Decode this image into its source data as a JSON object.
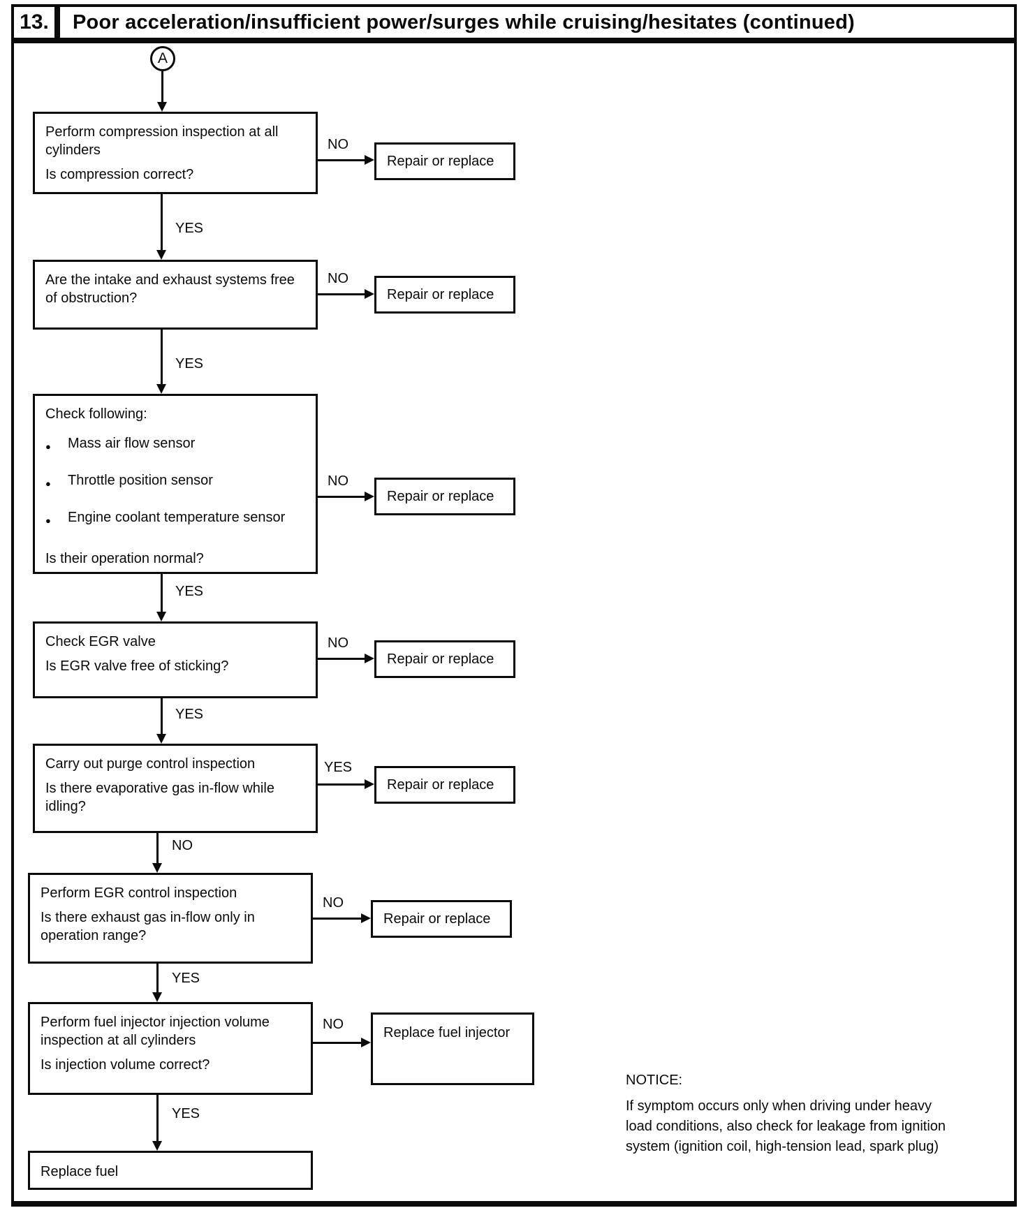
{
  "page": {
    "step_number": "13.",
    "title": "Poor acceleration/insufficient power/surges while cruising/hesitates (continued)",
    "connector_label": "A"
  },
  "flow": {
    "steps": [
      {
        "text": [
          "Perform compression inspection at all cylinders",
          "Is compression correct?"
        ],
        "branch_label": "NO",
        "branch_action": "Repair or replace",
        "down_label": "YES"
      },
      {
        "text": [
          "Are the intake and exhaust systems free of obstruction?"
        ],
        "branch_label": "NO",
        "branch_action": "Repair or replace",
        "down_label": "YES"
      },
      {
        "heading": "Check following:",
        "bullets": [
          "Mass air flow sensor",
          "Throttle position sensor",
          "Engine coolant temperature sensor"
        ],
        "question": "Is their operation normal?",
        "branch_label": "NO",
        "branch_action": "Repair or replace",
        "down_label": "YES"
      },
      {
        "text": [
          "Check EGR valve",
          "Is EGR valve free of sticking?"
        ],
        "branch_label": "NO",
        "branch_action": "Repair or replace",
        "down_label": "YES"
      },
      {
        "text": [
          "Carry out purge control inspection",
          "Is there evaporative gas in-flow while idling?"
        ],
        "branch_label": "YES",
        "branch_action": "Repair or replace",
        "down_label": "NO"
      },
      {
        "text": [
          "Perform EGR control inspection",
          "Is there exhaust gas in-flow only in operation range?"
        ],
        "branch_label": "NO",
        "branch_action": "Repair or replace",
        "down_label": "YES"
      },
      {
        "text": [
          "Perform fuel injector injection volume inspection at all cylinders",
          "Is injection volume correct?"
        ],
        "branch_label": "NO",
        "branch_action": "Replace fuel injector",
        "down_label": "YES"
      },
      {
        "text": [
          "Replace fuel"
        ]
      }
    ]
  },
  "notice": {
    "heading": "NOTICE:",
    "body": "If symptom occurs only when driving under heavy load conditions, also check for leakage from ignition system (ignition coil, high-tension lead, spark plug)"
  }
}
